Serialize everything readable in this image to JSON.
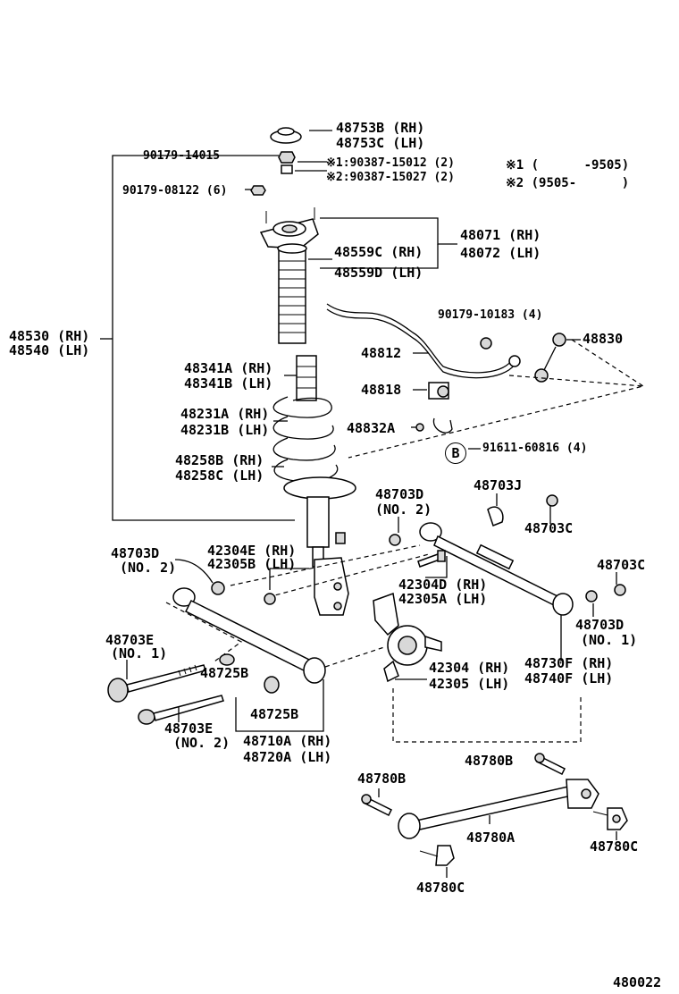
{
  "notes": {
    "n1": "※1 (      -9505)",
    "n2": "※2 (9505-      )"
  },
  "labels": {
    "p48753B": "48753B (RH)",
    "p48753C": "48753C (LH)",
    "p90179_14015": "90179-14015",
    "p90387_15012": "※1:90387-15012 (2)",
    "p90387_15027": "※2:90387-15027 (2)",
    "p90179_08122": "90179-08122 (6)",
    "p48071": "48071 (RH)",
    "p48072": "48072 (LH)",
    "p48559C": "48559C (RH)",
    "p48559D": "48559D (LH)",
    "p48530": "48530 (RH)",
    "p48540": "48540 (LH)",
    "p90179_10183": "90179-10183 (4)",
    "p48830": "48830",
    "p48812": "48812",
    "p48341A": "48341A (RH)",
    "p48341B": "48341B (LH)",
    "p48818": "48818",
    "p48231A": "48231A (RH)",
    "p48231B": "48231B (LH)",
    "p48832A": "48832A",
    "p91611": "91611-60816 (4)",
    "circleB": "B",
    "p48258B": "48258B (RH)",
    "p48258C": "48258C (LH)",
    "p48703D_no2_top": "48703D",
    "p48703D_no2_top_sub": "(NO. 2)",
    "p48703J": "48703J",
    "p48703C_a": "48703C",
    "p48703D_no2_left": "48703D",
    "p48703D_no2_left_sub": "(NO. 2)",
    "p42304E": "42304E (RH)",
    "p42305B": "42305B (LH)",
    "p42304D": "42304D (RH)",
    "p42305A": "42305A (LH)",
    "p48703C_b": "48703C",
    "p48703D_no1": "48703D",
    "p48703D_no1_sub": "(NO. 1)",
    "p48703E_no1": "48703E",
    "p48703E_no1_sub": "(NO. 1)",
    "p48725B_a": "48725B",
    "p48725B_b": "48725B",
    "p42304": "42304 (RH)",
    "p42305": "42305 (LH)",
    "p48730F": "48730F (RH)",
    "p48740F": "48740F (LH)",
    "p48703E_no2": "48703E",
    "p48703E_no2_sub": "(NO. 2)",
    "p48710A": "48710A (RH)",
    "p48720A": "48720A (LH)",
    "p48780B_a": "48780B",
    "p48780B_b": "48780B",
    "p48780A": "48780A",
    "p48780C_a": "48780C",
    "p48780C_b": "48780C"
  },
  "figure_number": "480022"
}
